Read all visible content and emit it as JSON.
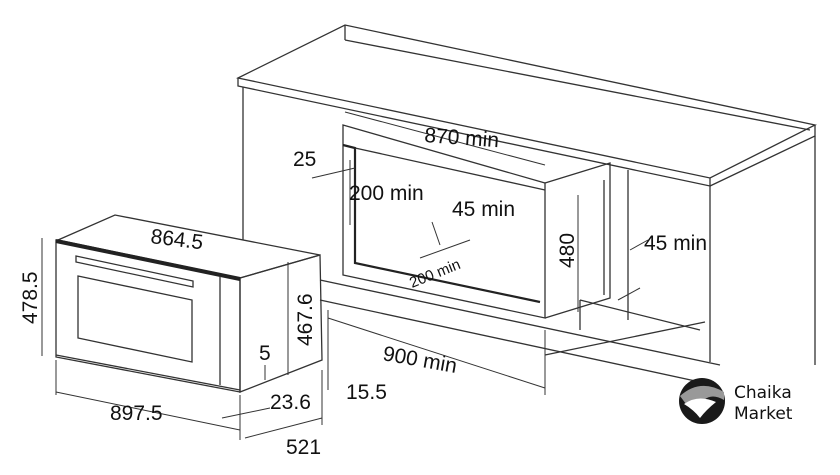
{
  "diagram": {
    "niche_labels": {
      "width_min": "870 min",
      "side_gap": "25",
      "top_gap_min": "200 min",
      "rear_gap_min": "45 min",
      "depth_min": "200 min",
      "height": "480",
      "side_clearance_min": "45 min",
      "depth_total_min": "900 min",
      "front_offset": "15.5"
    },
    "oven_labels": {
      "top_width": "864.5",
      "front_height": "478.5",
      "body_height": "467.6",
      "bottom_gap": "5",
      "front_depth": "23.6",
      "front_width": "897.5",
      "depth": "521"
    }
  },
  "logo": {
    "line1": "Chaika",
    "line2": "Market"
  }
}
